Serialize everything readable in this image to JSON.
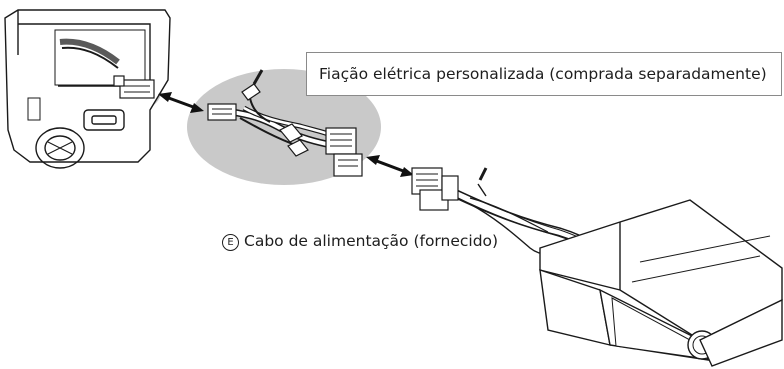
{
  "callout": {
    "text": "Fiação elétrica personalizada (comprada separadamente)"
  },
  "cable": {
    "marker": "E",
    "text": "Cabo de alimentação (fornecido)"
  },
  "colors": {
    "highlight": "#c9c9c9",
    "line": "#1a1a1a",
    "fill": "#ffffff"
  }
}
